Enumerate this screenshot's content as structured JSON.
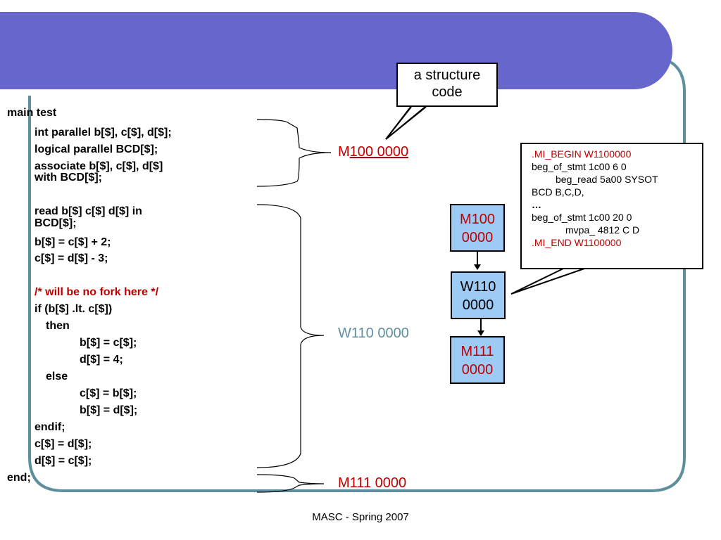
{
  "code": {
    "lines": [
      "main test",
      "int parallel b[$], c[$], d[$];",
      "logical parallel BCD[$];",
      "associate b[$], c[$], d[$]",
      "with BCD[$];",
      "read b[$] c[$] d[$] in",
      "BCD[$];",
      "b[$] = c[$] + 2;",
      "c[$] = d[$] - 3;",
      "/* will be no fork here */",
      "if (b[$] .lt. c[$])",
      "then",
      "b[$] = c[$];",
      "d[$] = 4;",
      "else",
      "c[$] = b[$];",
      "b[$] = d[$];",
      "endif;",
      "c[$] = d[$];",
      "d[$] = c[$];",
      "end;"
    ]
  },
  "segments": {
    "m100_prefix": "M",
    "m100_rest": "100 0000",
    "w110": "W110 0000",
    "m111": "M111 0000"
  },
  "callout": {
    "line1": "a structure",
    "line2": "code"
  },
  "flow": {
    "box1": {
      "line1": "M100",
      "line2": "0000"
    },
    "box2": {
      "line1": "W110",
      "line2": "0000"
    },
    "box3": {
      "line1": "M111",
      "line2": "0000"
    }
  },
  "info": {
    "lines": [
      ".MI_BEGIN W1100000",
      "beg_of_stmt  1c00 6 0",
      "beg_read 5a00 SYSOT",
      "BCD B,C,D,",
      "…",
      " beg_of_stmt  1c00 20 0",
      "mvpa_ 4812 C D",
      ".MI_END W1100000"
    ]
  },
  "footer": "MASC - Spring 2007",
  "colors": {
    "header_band": "#6666cc",
    "frame": "#5f8f9f",
    "flow_fill": "#9ecbf5",
    "accent_red": "#c00000"
  }
}
